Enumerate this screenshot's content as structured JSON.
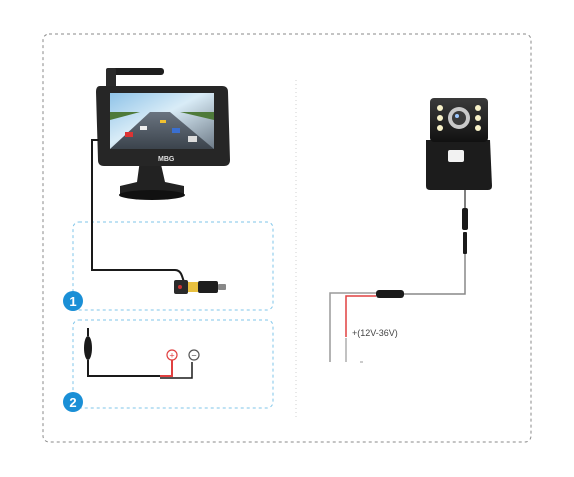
{
  "monitor": {
    "brand": "MBG"
  },
  "steps": [
    {
      "number": "1"
    },
    {
      "number": "2"
    }
  ],
  "battery": {
    "positive_symbol": "+",
    "negative_symbol": "−"
  },
  "power_label": "+(12V-36V)",
  "colors": {
    "panel_border": "#8a8a8a",
    "step_box_border": "#7fc6ea",
    "step_badge": "#1a8fd6",
    "wire_black": "#1a1a1a",
    "wire_gray": "#9a9a9a",
    "wire_red": "#e04040"
  }
}
